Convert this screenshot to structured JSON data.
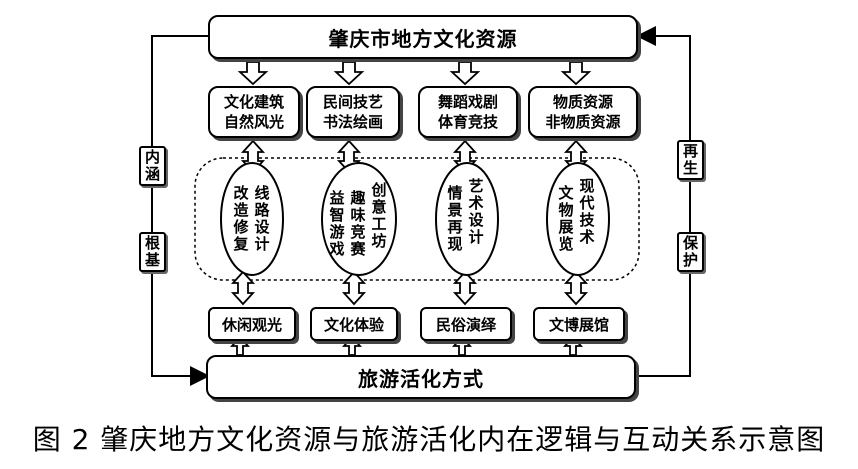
{
  "top_title": "肇庆市地方文化资源",
  "bottom_title": "旅游活化方式",
  "categories": [
    "文化建筑\n自然风光",
    "民间技艺\n书法绘画",
    "舞蹈戏剧\n体育竞技",
    "物质资源\n非物质资源"
  ],
  "ovals": [
    {
      "left": "改\n造\n修\n复",
      "right": "线\n路\n设\n计"
    },
    {
      "left": "益\n智\n游\n戏",
      "mid": "趣\n味\n竞\n赛",
      "right": "创\n意\n工\n坊"
    },
    {
      "left": "情\n景\n再\n现",
      "right": "艺\n术\n设\n计"
    },
    {
      "left": "文\n物\n展\n览",
      "right": "现\n代\n技\n术"
    }
  ],
  "activities": [
    "休闲观光",
    "文化体验",
    "民俗演绎",
    "文博展馆"
  ],
  "side_left": [
    "内\n涵",
    "根\n基"
  ],
  "side_right": [
    "再\n生",
    "保\n护"
  ],
  "caption": "图 2  肇庆地方文化资源与旅游活化内在逻辑与互动关系示意图"
}
